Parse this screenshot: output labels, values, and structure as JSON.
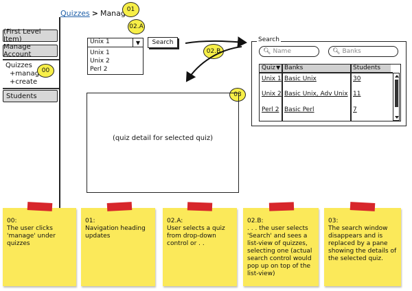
{
  "breadcrumb": {
    "link": "Quizzes",
    "separator": ">",
    "current": "Manage"
  },
  "sidebar": {
    "first_item": "(First Level Item)",
    "manage_account": "Manage Account",
    "quizzes": "Quizzes",
    "manage": "+manage",
    "create": "+create",
    "students": "Students"
  },
  "markers": {
    "m01": "01",
    "m02a": "02.A",
    "m02b": "02.B",
    "m03": "03",
    "m00": "00"
  },
  "dropdown": {
    "selected": "Unix 1",
    "arrow": "▼",
    "options": [
      "Unix 1",
      "Unix 2",
      "Perl 2"
    ]
  },
  "search_button": "Search",
  "search_window": {
    "title": "Search",
    "name_placeholder": "Name",
    "banks_placeholder": "Banks",
    "columns": [
      "Quiz",
      "Banks",
      "Students"
    ],
    "sort_icon": "▼",
    "rows": [
      [
        "Unix 1",
        "Basic Unix",
        "30"
      ],
      [
        "Unix 2",
        "Basic Unix, Adv Unix",
        "11"
      ],
      [
        "Perl 2",
        "Basic Perl",
        "7"
      ]
    ]
  },
  "detail_text": "(quiz detail for selected quiz)",
  "notes": [
    {
      "label": "00:",
      "text": "The user clicks 'manage' under quizzes"
    },
    {
      "label": "01:",
      "text": "Navigation heading updates"
    },
    {
      "label": "02.A:",
      "text": "User selects a quiz from drop-down control or . ."
    },
    {
      "label": "02.B:",
      "text": ". . . the user selects 'Search' and sees a list-view of quizzes, selecting one (actual search control would pop up on top of the list-view)"
    },
    {
      "label": "03:",
      "text": "The search window disappears and is replaced by a pane showing the details of the selected quiz."
    }
  ],
  "colors": {
    "sticky": "#fbe95a",
    "marker": "#f7ef48",
    "tape": "#d7262b",
    "link": "#1f5fa8"
  }
}
